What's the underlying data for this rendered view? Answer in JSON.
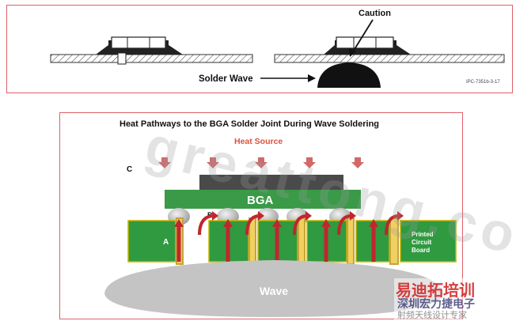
{
  "top": {
    "caution_label": "Caution",
    "solder_wave_label": "Solder Wave",
    "figure_code": "IPC-7351b-3-17"
  },
  "bottom": {
    "title": "Heat Pathways to the BGA Solder Joint During Wave Soldering",
    "heat_source_label": "Heat Source",
    "label_c": "C",
    "label_b": "B",
    "label_a": "A",
    "bga_label": "BGA",
    "pcb_label_lines": [
      "Printed",
      "Circuit",
      "Board"
    ],
    "wave_label": "Wave"
  },
  "watermark": {
    "site": "greattong.com",
    "brand": "易迪拓培训",
    "tagline_1": "深圳宏力捷电子",
    "tagline_2": "射频天线设计专家"
  },
  "colors": {
    "panel_border": "#e0606a",
    "pcb_green": "#2f9a40",
    "bga_green": "#3a9a48",
    "die_dark": "#4a4a4a",
    "heat_arrow": "#d06a6a",
    "via_red": "#c0262e",
    "wave_gray": "#c4c4c4",
    "heat_text": "#e0503a",
    "brand_red": "#d02020"
  }
}
